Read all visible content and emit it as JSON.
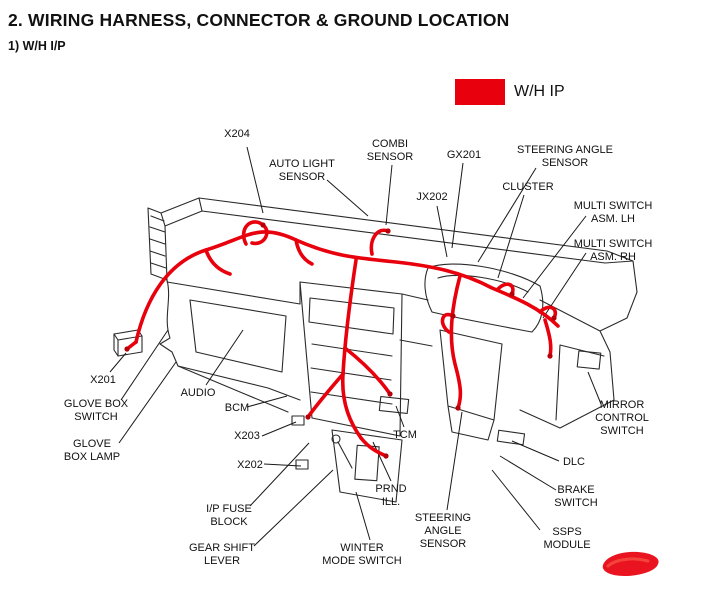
{
  "page": {
    "title": "2. WIRING HARNESS, CONNECTOR & GROUND LOCATION",
    "subtitle": "1) W/H I/P"
  },
  "legend": {
    "label": "W/H IP",
    "swatch_color": "#e8000d"
  },
  "diagram": {
    "harness_color": "#e8000d",
    "line_art_color": "#2b2b2b",
    "labels": [
      {
        "id": "x204",
        "text": "X204"
      },
      {
        "id": "auto-light-sensor",
        "text": "AUTO LIGHT\nSENSOR"
      },
      {
        "id": "combi-sensor",
        "text": "COMBI\nSENSOR"
      },
      {
        "id": "gx201",
        "text": "GX201"
      },
      {
        "id": "jx202",
        "text": "JX202"
      },
      {
        "id": "steering-angle-sensor-top",
        "text": "STEERING ANGLE\nSENSOR"
      },
      {
        "id": "cluster",
        "text": "CLUSTER"
      },
      {
        "id": "multi-switch-asm-lh",
        "text": "MULTI SWITCH\nASM. LH"
      },
      {
        "id": "multi-switch-asm-rh",
        "text": "MULTI SWITCH\nASM. RH"
      },
      {
        "id": "x201",
        "text": "X201"
      },
      {
        "id": "glove-box-switch",
        "text": "GLOVE BOX\nSWITCH"
      },
      {
        "id": "audio",
        "text": "AUDIO"
      },
      {
        "id": "bcm",
        "text": "BCM"
      },
      {
        "id": "glove-box-lamp",
        "text": "GLOVE\nBOX LAMP"
      },
      {
        "id": "x203",
        "text": "X203"
      },
      {
        "id": "x202",
        "text": "X202"
      },
      {
        "id": "ip-fuse-block",
        "text": "I/P FUSE\nBLOCK"
      },
      {
        "id": "gear-shift-lever",
        "text": "GEAR SHIFT\nLEVER"
      },
      {
        "id": "tcm",
        "text": "TCM"
      },
      {
        "id": "prnd-ill",
        "text": "PRND\nILL."
      },
      {
        "id": "winter-mode-switch",
        "text": "WINTER\nMODE SWITCH"
      },
      {
        "id": "steering-angle-sensor-bottom",
        "text": "STEERING\nANGLE\nSENSOR"
      },
      {
        "id": "dlc",
        "text": "DLC"
      },
      {
        "id": "brake-switch",
        "text": "BRAKE\nSWITCH"
      },
      {
        "id": "ssps-module",
        "text": "SSPS\nMODULE"
      },
      {
        "id": "mirror-control-switch",
        "text": "MIRROR\nCONTROL\nSWITCH"
      }
    ]
  }
}
